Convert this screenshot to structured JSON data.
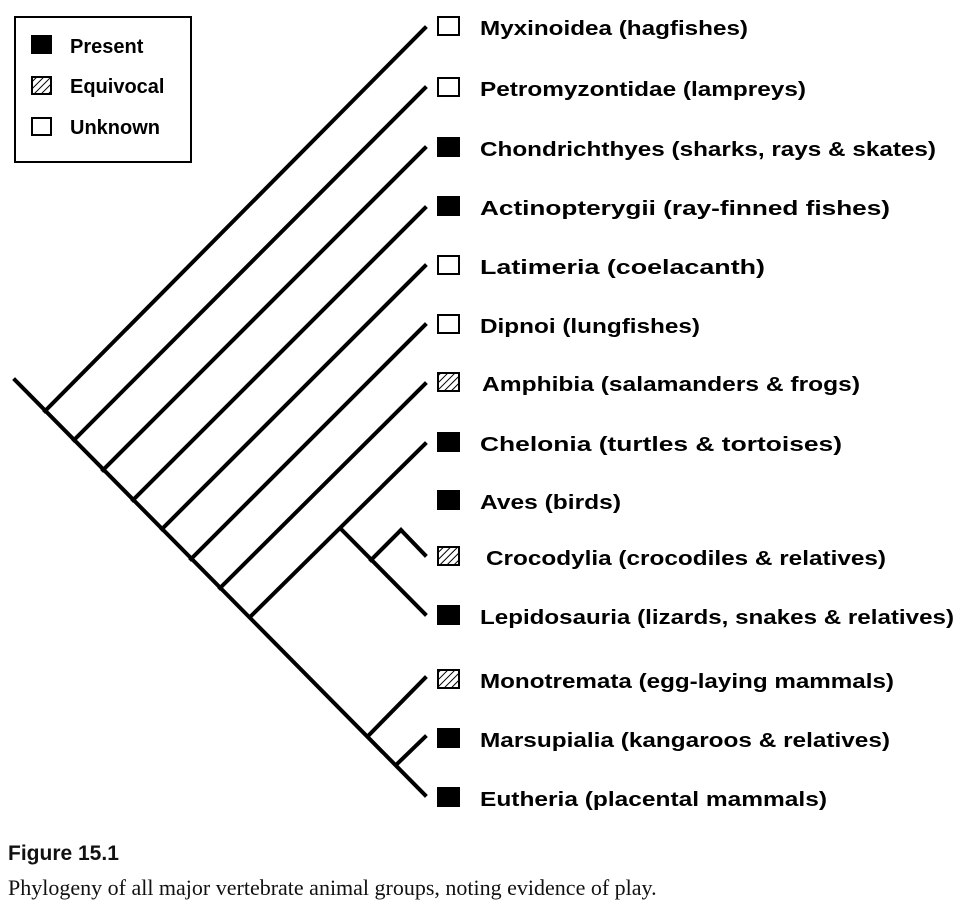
{
  "legend": [
    {
      "state": "present",
      "label": "Present"
    },
    {
      "state": "equivocal",
      "label": "Equivocal"
    },
    {
      "state": "unknown",
      "label": "Unknown"
    }
  ],
  "taxa": [
    {
      "name": "Myxinoidea (hagfishes)",
      "state": "unknown"
    },
    {
      "name": "Petromyzontidae (lampreys)",
      "state": "unknown"
    },
    {
      "name": "Chondrichthyes (sharks, rays & skates)",
      "state": "present"
    },
    {
      "name": "Actinopterygii (ray-finned fishes)",
      "state": "present"
    },
    {
      "name": "Latimeria (coelacanth)",
      "state": "unknown"
    },
    {
      "name": "Dipnoi (lungfishes)",
      "state": "unknown"
    },
    {
      "name": "Amphibia (salamanders & frogs)",
      "state": "equivocal"
    },
    {
      "name": "Chelonia (turtles & tortoises)",
      "state": "present"
    },
    {
      "name": "Aves (birds)",
      "state": "present"
    },
    {
      "name": "Crocodylia (crocodiles & relatives)",
      "state": "equivocal"
    },
    {
      "name": "Lepidosauria (lizards, snakes & relatives)",
      "state": "present"
    },
    {
      "name": "Monotremata (egg-laying mammals)",
      "state": "equivocal"
    },
    {
      "name": "Marsupialia (kangaroos & relatives)",
      "state": "present"
    },
    {
      "name": "Eutheria (placental mammals)",
      "state": "present"
    }
  ],
  "figure": {
    "number": "Figure 15.1",
    "caption": "Phylogeny of all major vertebrate animal groups, noting evidence of play."
  }
}
